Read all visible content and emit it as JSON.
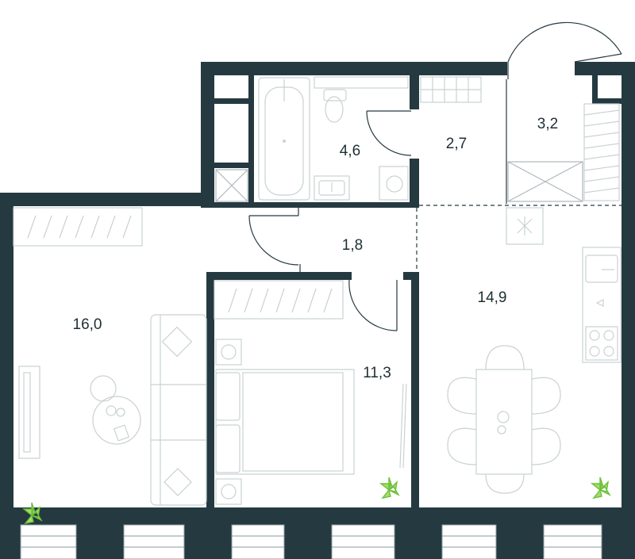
{
  "rooms": {
    "living": {
      "area": "16,0"
    },
    "bathroom": {
      "area": "4,6"
    },
    "hall": {
      "area": "2,7"
    },
    "balcony": {
      "area": "3,2"
    },
    "corridor": {
      "area": "1,8"
    },
    "bedroom": {
      "area": "11,3"
    },
    "kitchen": {
      "area": "14,9"
    }
  },
  "colors": {
    "wall": "#253a40",
    "furniture_line": "#c9d1d3",
    "plant": "#6bbf3a",
    "background": "#ffffff"
  },
  "icons": [
    "bathtub-icon",
    "toilet-icon",
    "sink-icon",
    "washing-machine-icon",
    "sofa-icon",
    "bed-icon",
    "dining-table-icon",
    "stove-icon",
    "plant-icon",
    "tv-icon",
    "wardrobe-icon",
    "radiator-icon"
  ]
}
